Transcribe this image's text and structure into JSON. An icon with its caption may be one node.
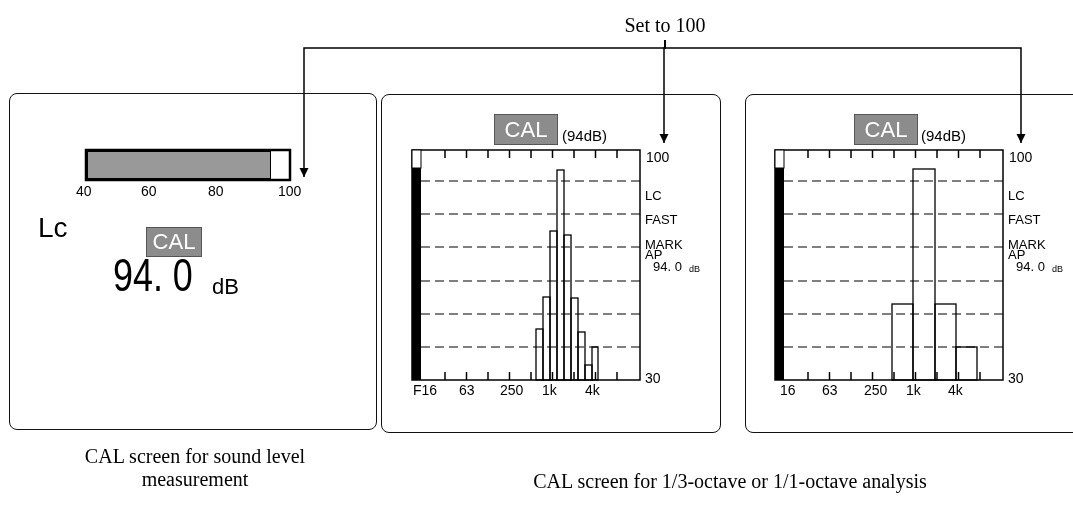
{
  "diagram": {
    "nodes": [
      {
        "text": [
          "Set to 100"
        ]
      },
      {
        "text": [],
        "shape": "box"
      },
      {
        "text": [
          "CAL"
        ],
        "in": 1
      },
      {
        "text": [
          "100"
        ],
        "in": 1
      },
      {
        "text": [],
        "shape": "box"
      },
      {
        "text": [
          "CAL"
        ],
        "in": 4
      },
      {
        "text": [
          "100"
        ],
        "in": 4
      },
      {
        "text": [],
        "shape": "box"
      },
      {
        "text": [
          "CAL"
        ],
        "in": 7
      },
      {
        "text": [
          "100"
        ],
        "in": 7
      }
    ],
    "edges": [
      {
        "from": 0,
        "to": 3,
        "arrow": "to"
      },
      {
        "from": 0,
        "to": 6,
        "arrow": "to"
      },
      {
        "from": 0,
        "to": 9,
        "arrow": "to"
      }
    ],
    "labels": [
      "40",
      "60",
      "80",
      "Lc",
      "94. 0",
      "dB",
      "(94dB)",
      "LC",
      "FAST",
      "MARK",
      "AP",
      "94. 0",
      "dB",
      "30",
      "F16",
      "63",
      "250",
      "1k",
      "4k",
      "(94dB)",
      "LC",
      "FAST",
      "MARK",
      "AP",
      "94. 0",
      "dB",
      "30",
      "16",
      "63",
      "250",
      "1k",
      "4k",
      "CAL screen for sound level measurement",
      "CAL screen for 1/3-octave or 1/1-octave analysis"
    ]
  }
}
